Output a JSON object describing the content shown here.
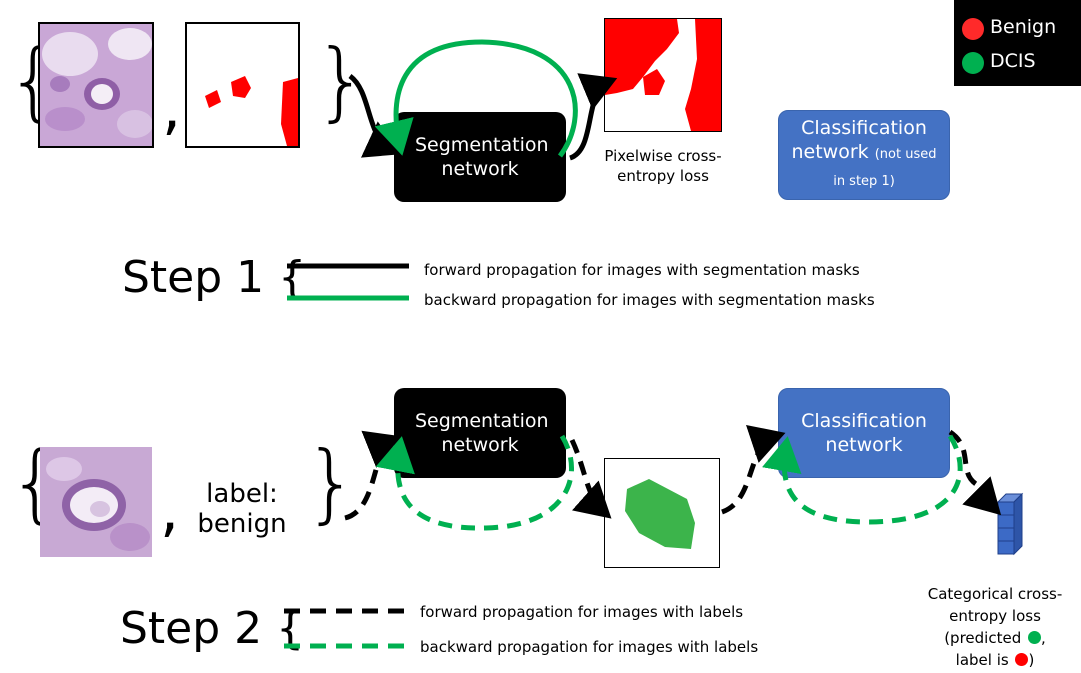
{
  "legend": {
    "items": [
      {
        "label": "Benign",
        "color": "#ff0000"
      },
      {
        "label": "DCIS",
        "color": "#00b050"
      }
    ]
  },
  "step1": {
    "segmentation_network": "Segmentation network",
    "classification_network_main": "Classification network",
    "classification_network_note": "(not used in step 1)",
    "loss_label": "Pixelwise cross-entropy loss",
    "step_label": "Step 1 {",
    "forward_text": "forward propagation for images with segmentation masks",
    "backward_text": "backward propagation for images with segmentation masks"
  },
  "step2": {
    "segmentation_network": "Segmentation network",
    "classification_network": "Classification network",
    "label_line1": "label:",
    "label_line2": "benign",
    "loss_line1": "Categorical cross-",
    "loss_line2": "entropy loss",
    "loss_line3": "(predicted",
    "loss_line4": "label is",
    "loss_close": ")",
    "step_label": "Step 2 {",
    "forward_text": "forward propagation for images with labels",
    "backward_text": "backward propagation for images with labels"
  },
  "colors": {
    "forward": "#000000",
    "backward": "#00b050",
    "benign": "#ff0000",
    "dcis": "#00b050",
    "classification_box": "#4472c4",
    "vector": "#3c6ac6"
  },
  "icons": [
    "histology-image-icon",
    "mask-image-icon",
    "loss-vector-icon"
  ]
}
